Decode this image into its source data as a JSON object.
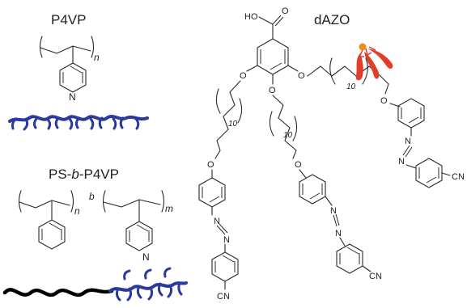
{
  "labels": {
    "p4vp": "P4VP",
    "ps_prefix": "PS-",
    "ps_b": "b",
    "ps_suffix": "-P4VP",
    "dazo": "dAZO"
  },
  "subscripts": {
    "n1": "n",
    "n2": "n",
    "b": "b",
    "m": "m",
    "ten_a": "10",
    "ten_b": "10",
    "ten_c": "10"
  },
  "atoms": {
    "N": "N",
    "O": "O",
    "HO": "HO",
    "CN": "CN"
  },
  "colors": {
    "p4vp_chain": "#2a3a9e",
    "ps_chain": "#000000",
    "dazo_icon_head": "#f08a1c",
    "dazo_icon_tail": "#e23c2a"
  }
}
